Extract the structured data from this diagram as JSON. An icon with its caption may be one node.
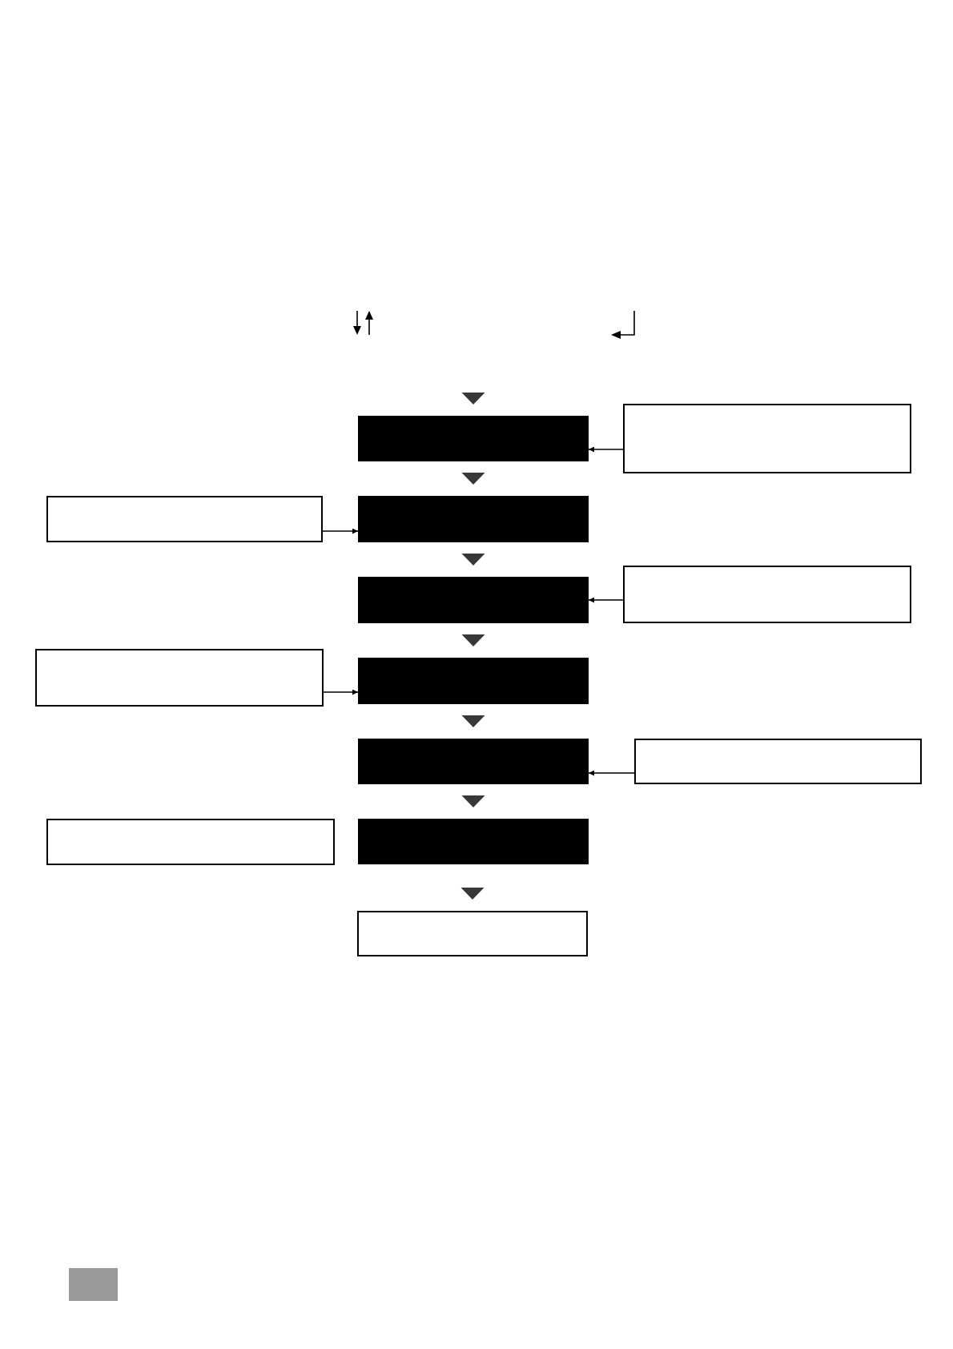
{
  "diagram": {
    "nodes": [
      {
        "text": [],
        "shape": "bar"
      },
      {
        "text": [],
        "shape": "box"
      },
      {
        "text": [],
        "shape": "box"
      },
      {
        "text": [],
        "shape": "bar"
      },
      {
        "text": [],
        "shape": "bar"
      },
      {
        "text": [],
        "shape": "box"
      },
      {
        "text": [],
        "shape": "box"
      },
      {
        "text": [],
        "shape": "bar"
      },
      {
        "text": [],
        "shape": "bar"
      },
      {
        "text": [],
        "shape": "box"
      },
      {
        "text": [],
        "shape": "box"
      },
      {
        "text": [],
        "shape": "bar"
      },
      {
        "text": [],
        "shape": "box"
      }
    ],
    "edges": [
      {
        "from": null,
        "to": 0,
        "arrow": "to"
      },
      {
        "from": 1,
        "to": 0,
        "arrow": "to",
        "color": "#000000"
      },
      {
        "from": 0,
        "to": 3,
        "arrow": "to"
      },
      {
        "from": 2,
        "to": 3,
        "arrow": "to",
        "color": "#000000"
      },
      {
        "from": 3,
        "to": 4,
        "arrow": "to"
      },
      {
        "from": 5,
        "to": 4,
        "arrow": "to",
        "color": "#000000"
      },
      {
        "from": 4,
        "to": 7,
        "arrow": "to"
      },
      {
        "from": 6,
        "to": 7,
        "arrow": "to",
        "color": "#000000"
      },
      {
        "from": 7,
        "to": 8,
        "arrow": "to"
      },
      {
        "from": 9,
        "to": 8,
        "arrow": "to",
        "color": "#000000"
      },
      {
        "from": 8,
        "to": 11,
        "arrow": "to"
      },
      {
        "from": 11,
        "to": 12,
        "arrow": "to"
      }
    ]
  }
}
